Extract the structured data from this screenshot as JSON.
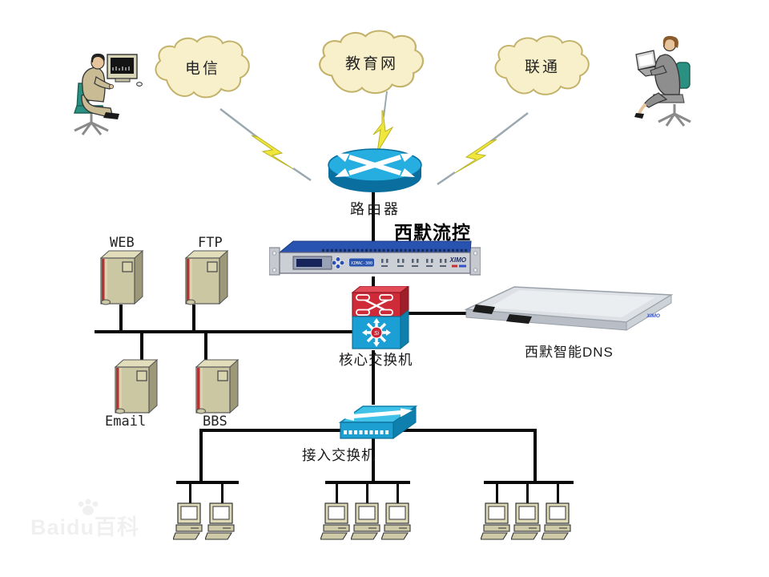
{
  "isps": [
    {
      "id": "telecom",
      "label": "电信"
    },
    {
      "id": "edu",
      "label": "教育网"
    },
    {
      "id": "unicom",
      "label": "联通"
    }
  ],
  "router": {
    "label": "路由器"
  },
  "flow_control": {
    "label": "西默流控",
    "model": "XIMAC-300",
    "brand": "XIMO"
  },
  "core_switch": {
    "label": "核心交换机",
    "chip": "Si"
  },
  "dns": {
    "label": "西默智能DNS",
    "brand": "XIMO"
  },
  "access_switch": {
    "label": "接入交换机"
  },
  "servers": [
    {
      "id": "web",
      "label": "WEB"
    },
    {
      "id": "ftp",
      "label": "FTP"
    },
    {
      "id": "email",
      "label": "Email"
    },
    {
      "id": "bbs",
      "label": "BBS"
    }
  ],
  "workstation_groups": [
    {
      "id": "left",
      "count": 2
    },
    {
      "id": "middle",
      "count": 3
    },
    {
      "id": "right",
      "count": 3
    }
  ],
  "watermark": {
    "text": "Baidu百科"
  },
  "colors": {
    "cloud_fill": "#f8f0ca",
    "cloud_stroke": "#c2b26a",
    "device_cyan": "#2aade0",
    "device_cyan_dark": "#0d7fae",
    "switch_red": "#ce2a38",
    "appliance_blue": "#2853b0",
    "server_tan": "#cbc7a2",
    "lightning_yellow": "#efe73c",
    "wire_black": "#0a0a0a"
  }
}
